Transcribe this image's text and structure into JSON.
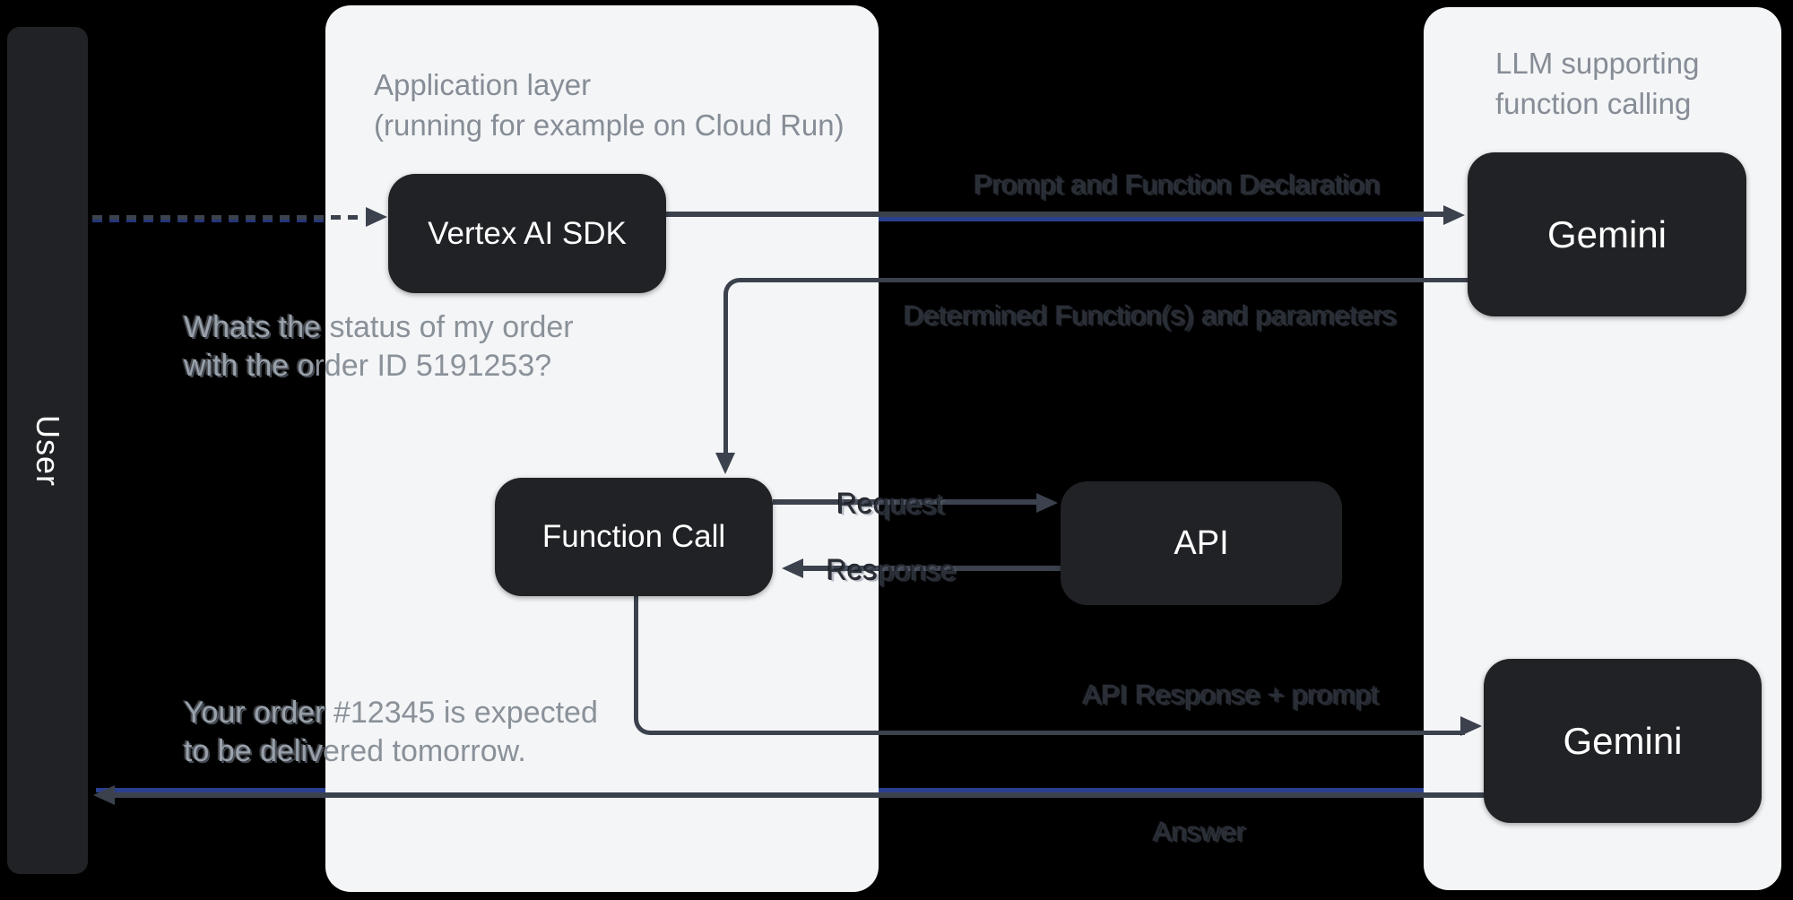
{
  "diagram": {
    "user_lane": {
      "label": "User"
    },
    "app_panel": {
      "title": "Application layer",
      "subtitle": "(running for example on Cloud Run)"
    },
    "llm_panel": {
      "title": "LLM supporting",
      "subtitle": "function calling"
    },
    "nodes": {
      "vertex_sdk": {
        "label": "Vertex AI SDK"
      },
      "function_call": {
        "label": "Function Call"
      },
      "api": {
        "label": "API"
      },
      "gemini_top": {
        "label": "Gemini"
      },
      "gemini_bottom": {
        "label": "Gemini"
      }
    },
    "edges": {
      "prompt_declaration": {
        "label": "Prompt and Function Declaration"
      },
      "determined_functions": {
        "label": "Determined Function(s) and parameters"
      },
      "request": {
        "label": "Request"
      },
      "response": {
        "label": "Response"
      },
      "api_response_prompt": {
        "label": "API Response + prompt"
      },
      "answer": {
        "label": "Answer"
      }
    },
    "messages": {
      "user_question": {
        "line1_ghost": "Whats the ",
        "line1_rest": "status of my order",
        "line2_ghost": "with the o",
        "line2_rest": "rder ID 5191253?"
      },
      "assistant_answer": {
        "line1_ghost": "Your order ",
        "line1_rest": "#12345 is expected",
        "line2_ghost": "to be deliv",
        "line2_rest": "ered tomorrow."
      }
    },
    "colors": {
      "background": "#000000",
      "panel": "#f4f5f7",
      "node": "#212226",
      "line": "#3b424d",
      "accent_line": "#2b3f8f",
      "muted_text": "#868d96",
      "dark_label": "#2b2f37"
    }
  }
}
